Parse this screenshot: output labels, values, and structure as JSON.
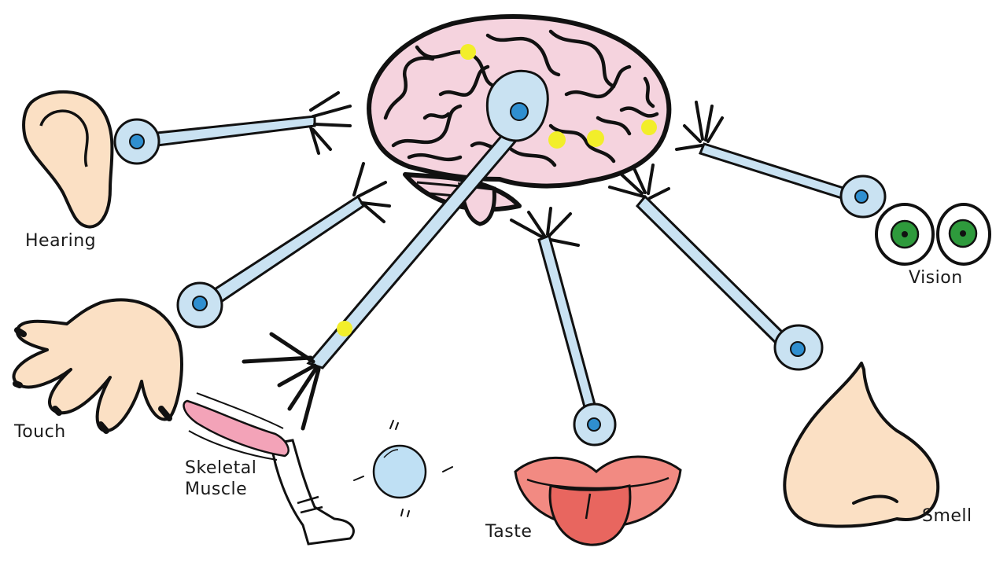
{
  "labels": {
    "hearing": "Hearing",
    "vision": "Vision",
    "touch": "Touch",
    "skeletal": "Skeletal",
    "muscle": "Muscle",
    "taste": "Taste",
    "smell": "Smell"
  },
  "colors": {
    "outline": "#111111",
    "axon": "#c9e2f2",
    "cell_nucleus": "#2f8fd0",
    "brain": "#f5d3de",
    "skin": "#fbe0c4",
    "lips": "#f28a82",
    "tongue": "#e8665f",
    "muscle": "#f3a3b8",
    "iris": "#2e9a3c",
    "spark": "#f2ee2a",
    "ball": "#bfe0f4"
  },
  "icons": [
    "brain-icon",
    "ear-icon",
    "eyes-icon",
    "hand-icon",
    "leg-icon",
    "ball-icon",
    "mouth-icon",
    "nose-icon",
    "neuron-icon",
    "spark-icon"
  ]
}
